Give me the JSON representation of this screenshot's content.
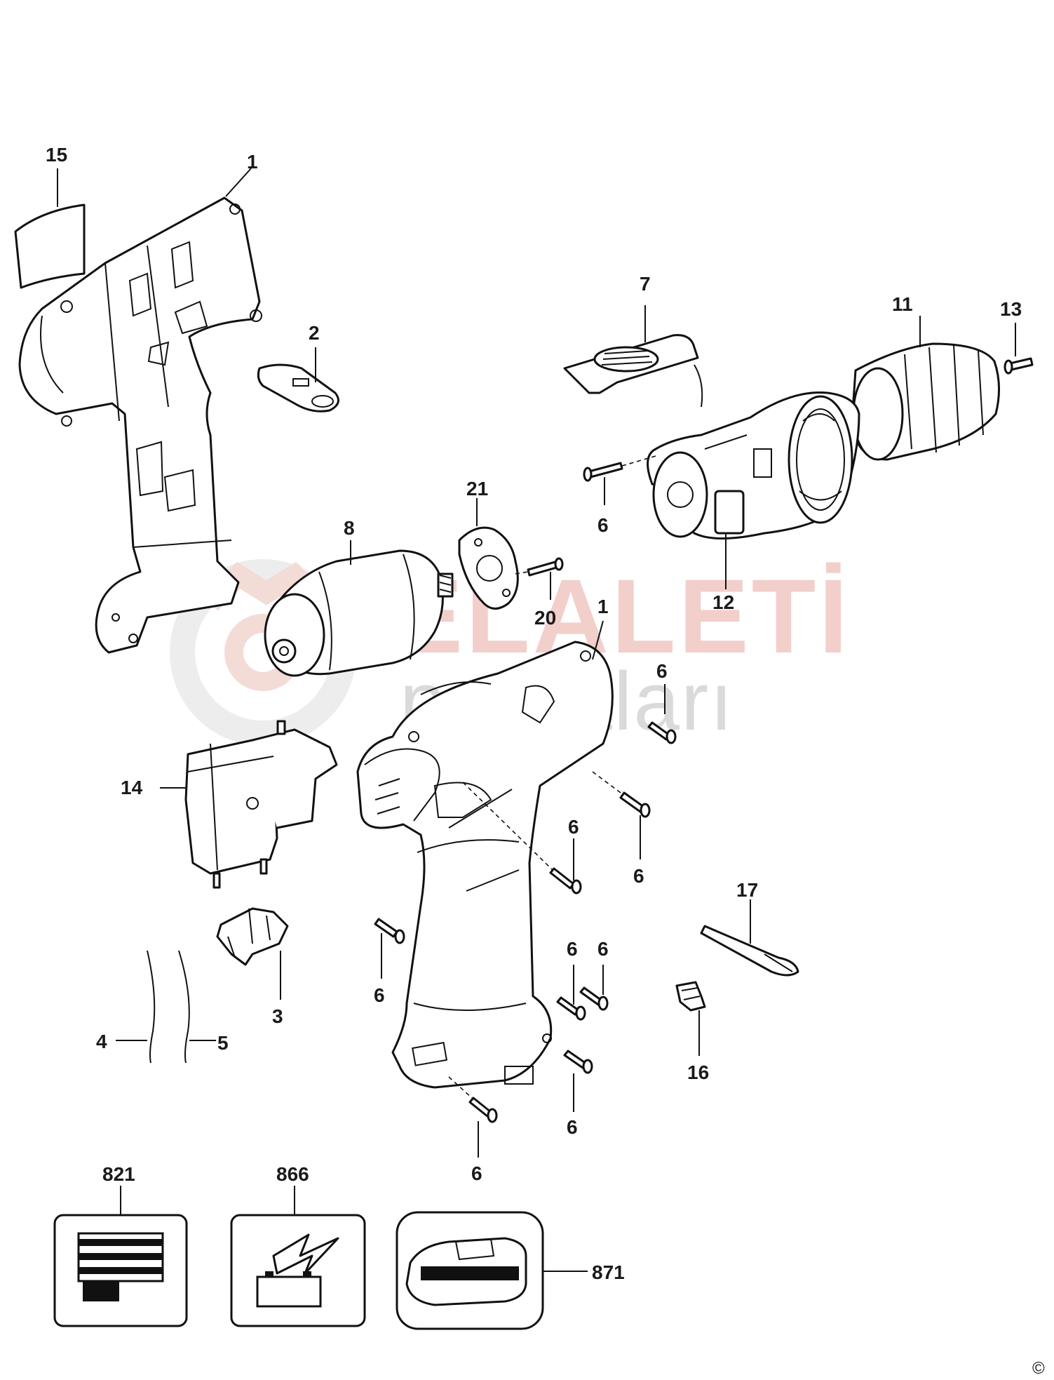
{
  "watermark": {
    "line1": "ELALETİ",
    "line2": "parçaları",
    "colors": {
      "primary": "#e8a9a0",
      "secondary": "#b7b7b7"
    }
  },
  "callouts": {
    "c15": "15",
    "c1_top": "1",
    "c2": "2",
    "c7": "7",
    "c11": "11",
    "c13": "13",
    "c21": "21",
    "c8": "8",
    "c6_chuck": "6",
    "c12": "12",
    "c20": "20",
    "c1_mid": "1",
    "c6_right_top": "6",
    "c14": "14",
    "c6_a": "6",
    "c6_b": "6",
    "c17": "17",
    "c6_c": "6",
    "c6_d": "6",
    "c6_e": "6",
    "c3": "3",
    "c4": "4",
    "c5": "5",
    "c16": "16",
    "c6_f": "6",
    "c6_g": "6",
    "c821": "821",
    "c866": "866",
    "c871": "871"
  },
  "copyright_symbol": "©"
}
